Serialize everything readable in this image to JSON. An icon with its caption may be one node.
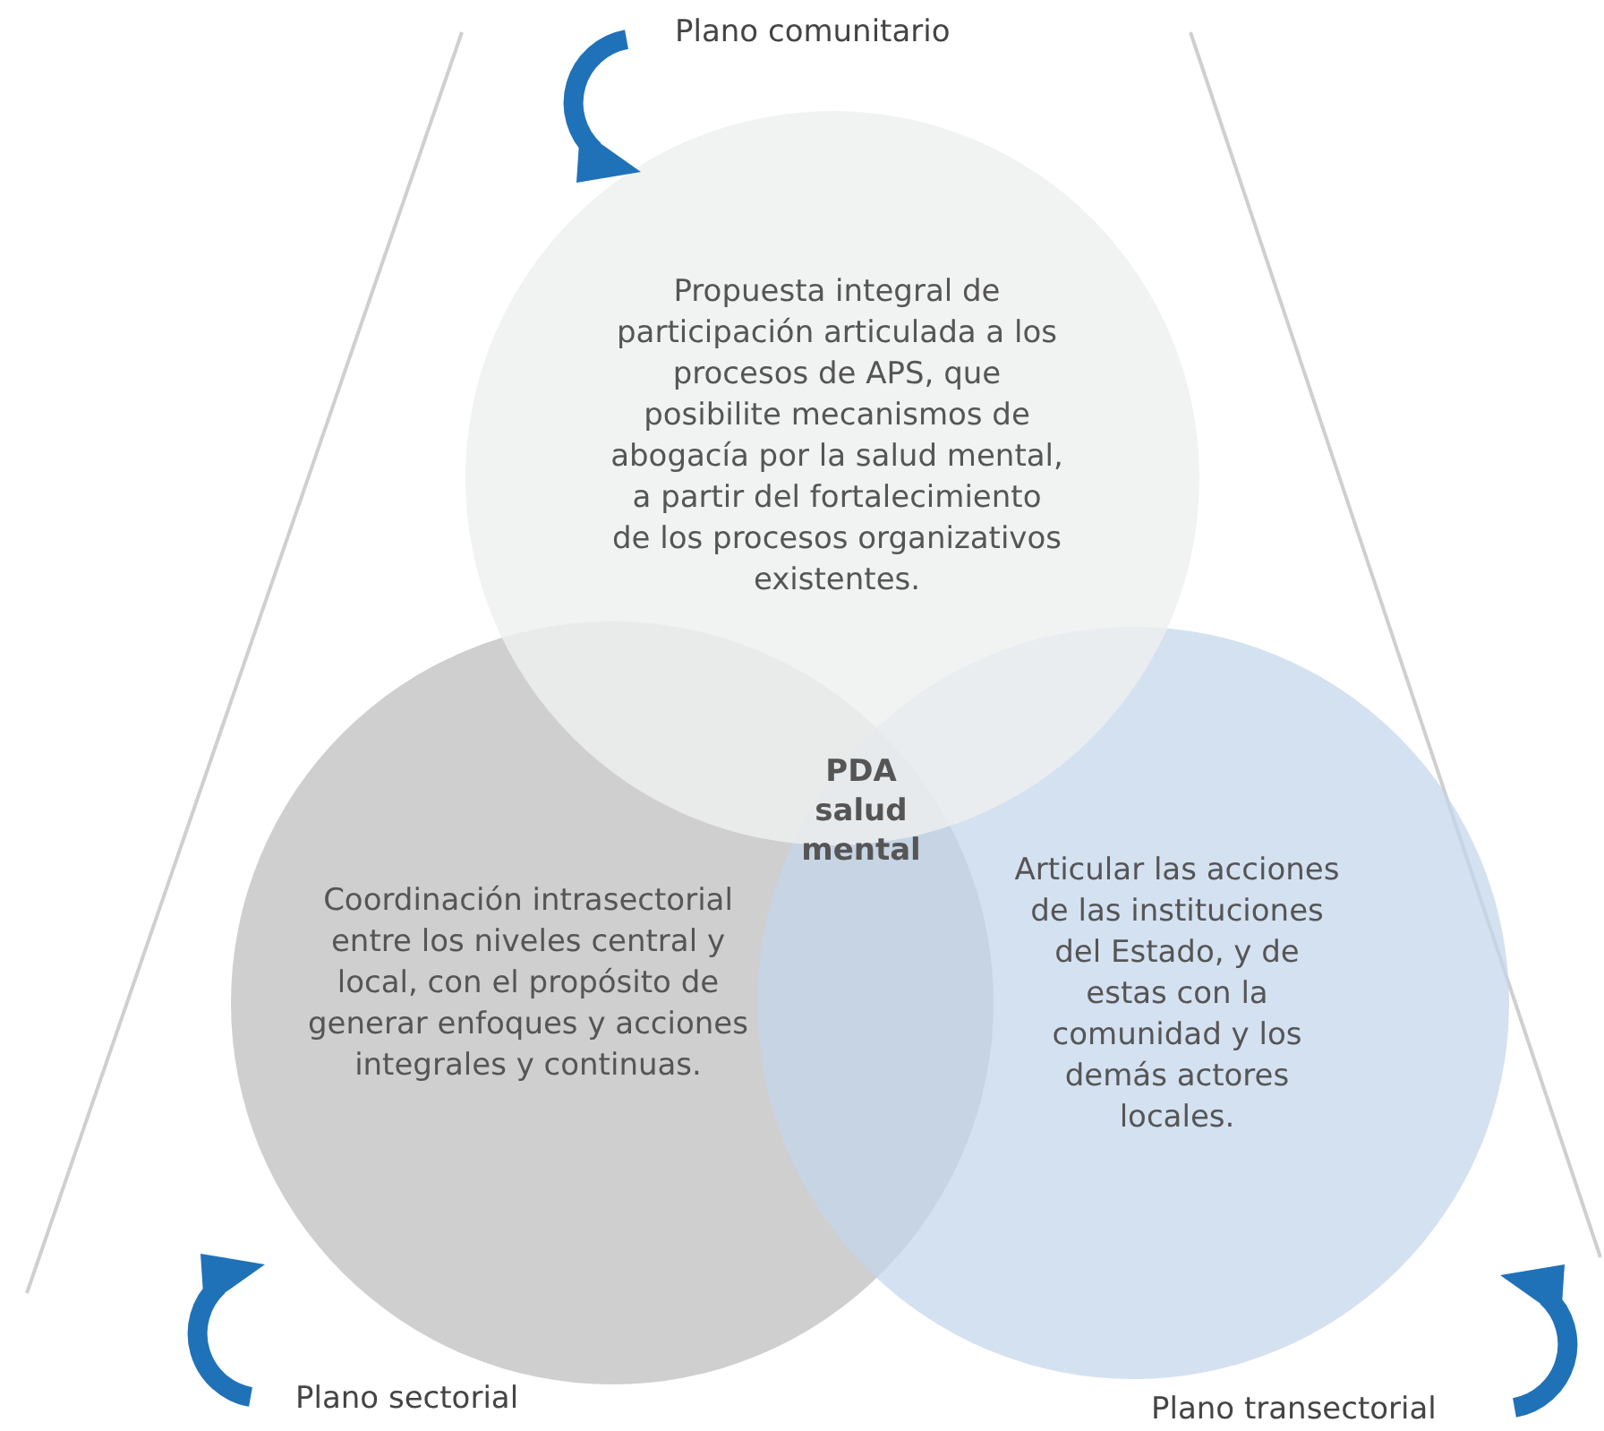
{
  "diagram": {
    "nodes": [
      {
        "text": [
          "Propuesta integral de participación articulada a los procesos de APS, que posibilite mecanismos de abogacía por la salud mental, a partir del fortalecimiento de los procesos organizativos existentes."
        ]
      },
      {
        "text": [
          "Coordinación intrasectorial entre los niveles central y local, con el propósito de generar enfoques y acciones integrales y continuas."
        ]
      },
      {
        "text": [
          "Articular las acciones de las instituciones del Estado, y de estas con la comunidad y los demás actores locales."
        ]
      }
    ],
    "edges": [],
    "labels": [
      "Plano comunitario",
      "PDA salud mental",
      "Plano sectorial",
      "Plano transectorial"
    ]
  }
}
